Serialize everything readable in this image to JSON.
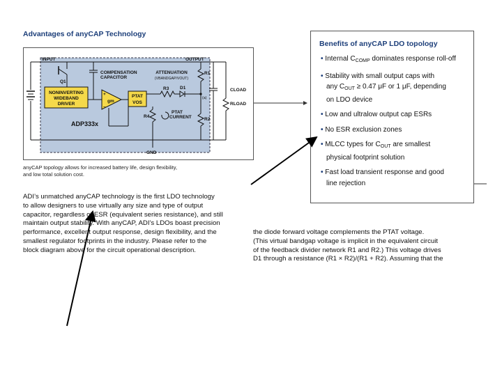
{
  "section_title": "Advantages of anyCAP Technology",
  "circuit": {
    "input": "INPUT",
    "output": "OUTPUT",
    "q1": "Q1",
    "driver_l1": "NONINVERTING",
    "driver_l2": "WIDEBAND",
    "driver_l3": "DRIVER",
    "comp_l1": "COMPENSATION",
    "comp_l2": "CAPACITOR",
    "atten_l1": "ATTENUATION",
    "atten_l2": "(VBANDGAP/VOUT)",
    "r1": "R1",
    "r2": "R2",
    "r3": "R3",
    "r4": "R4",
    "d1": "D1",
    "a": "(a)",
    "gm": "gm",
    "plus": "+",
    "minus": "–",
    "ptat": "PTAT",
    "vos": "VOS",
    "ptat_current_l1": "PTAT",
    "ptat_current_l2": "CURRENT",
    "part": "ADP333x",
    "cload": "CLOAD",
    "rload": "RLOAD",
    "gnd": "GND"
  },
  "caption_l1": "anyCAP topology allows for increased battery life, design flexibility,",
  "caption_l2": "and low total solution cost.",
  "body_left": [
    "ADI’s unmatched anyCAP technology is the first LDO technology",
    "to allow designers to use virtually any size and type of output",
    "capacitor, regardless of ESR (equivalent series resistance), and still",
    "maintain output stability. With anyCAP, ADI’s LDOs boast precision",
    "performance, excellent output response, design flexibility, and the",
    "smallest regulator footprints in the industry. Please refer to the",
    "block diagram above for the circuit operational description."
  ],
  "body_right": [
    "the diode forward voltage complements the PTAT voltage.",
    "(This virtual bandgap voltage is implicit in the equivalent circuit",
    "of the feedback divider network R1 and R2.) This voltage drives",
    "D1 through a resistance (R1 × R2)/(R1 + R2). Assuming that the"
  ],
  "benefits": {
    "title": "Benefits of anyCAP LDO topology",
    "b1_pre": "Internal C",
    "b1_sub": "COMP",
    "b1_post": " dominates response roll-off",
    "b2_l1": "Stability with small output caps with",
    "b2_pre": "any C",
    "b2_sub": "OUT",
    "b2_post": " ≥ 0.47 μF or 1 μF, depending",
    "b2_l3": "on LDO device",
    "b3": "Low and ultralow output cap ESRs",
    "b4": "No ESR exclusion zones",
    "b5_pre": "MLCC types for C",
    "b5_sub": "OUT",
    "b5_post": " are smallest",
    "b5_l2": "physical footprint solution",
    "b6_l1": "Fast load transient response and good",
    "b6_l2": "line rejection",
    "bullet": "•"
  }
}
